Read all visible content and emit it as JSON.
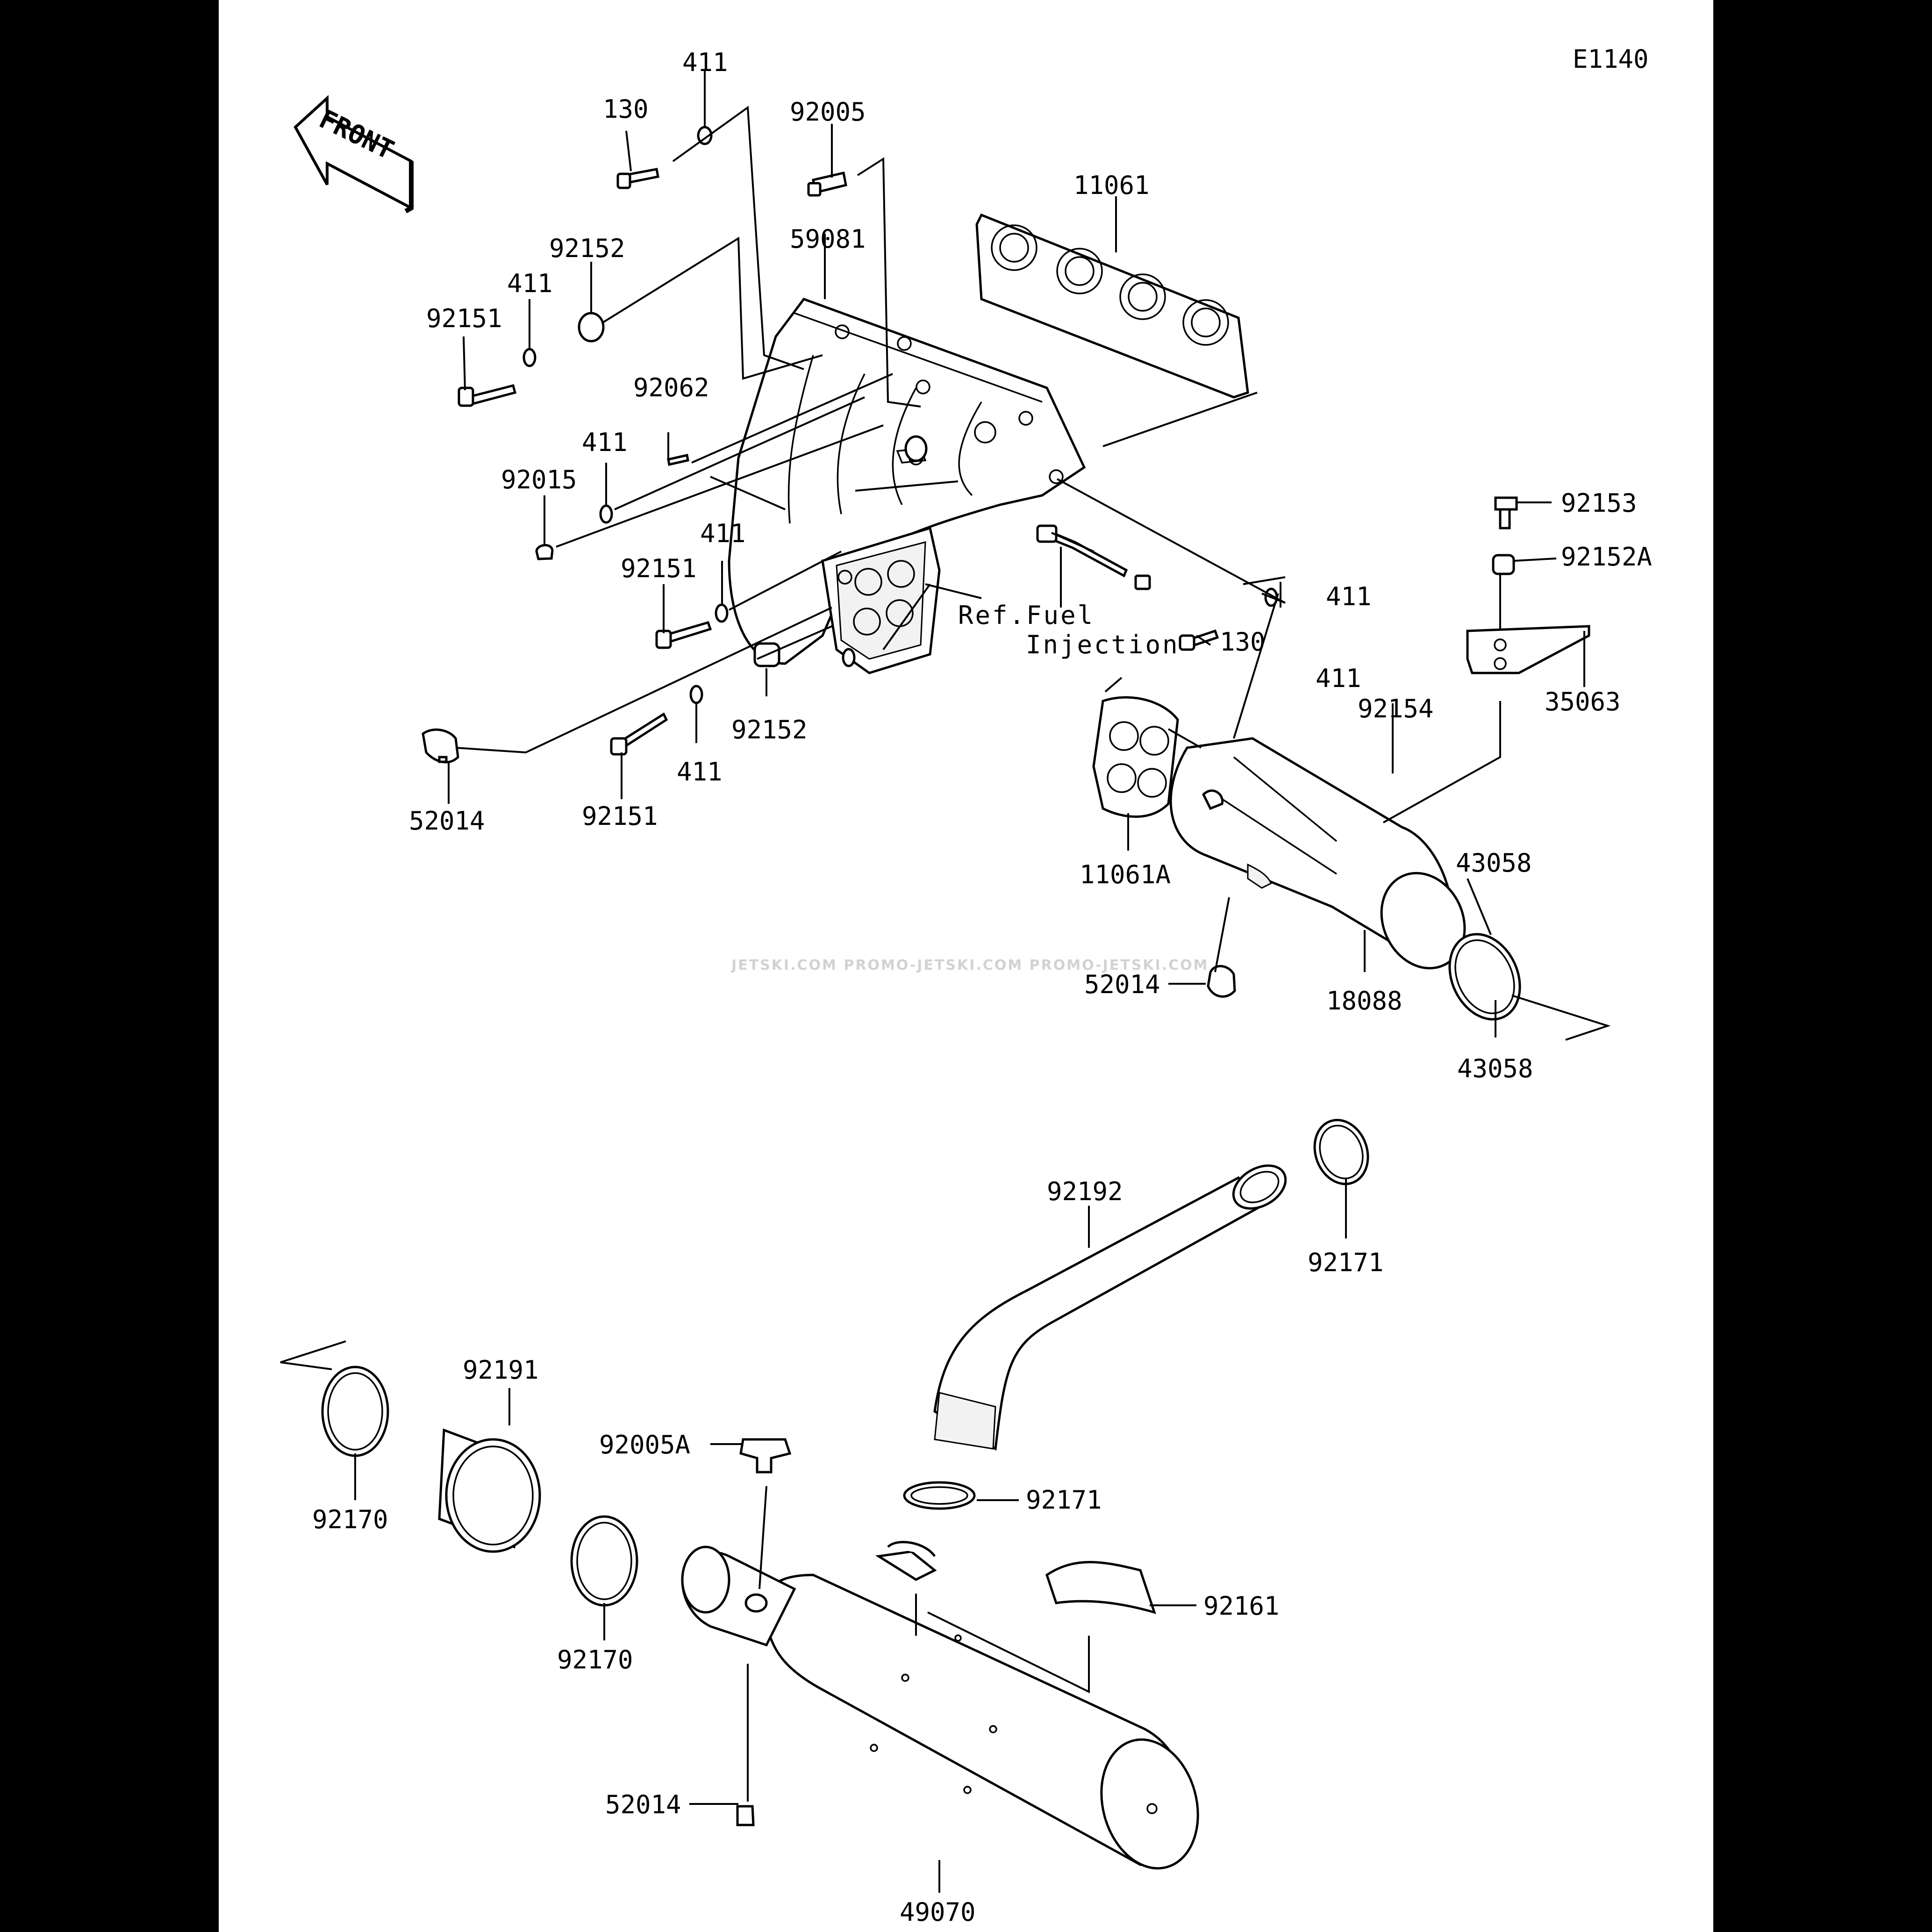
{
  "diagram": {
    "code": "E1140",
    "front_label": "FRONT",
    "reference": [
      "Ref.Fuel",
      "Injection"
    ],
    "watermark": "JETSKI.COM   PROMO-JETSKI.COM   PROMO-JETSKI.COM",
    "labels": {
      "p130a": "130",
      "p411a": "411",
      "p92005": "92005",
      "p11061": "11061",
      "p92152a": "92152",
      "p59081": "59081",
      "p411b": "411",
      "p92151a": "92151",
      "p92062": "92062",
      "p411c": "411",
      "p92015": "92015",
      "p411d": "411",
      "p92151b": "92151",
      "p411e": "411",
      "p130b": "130",
      "p92153": "92153",
      "p92152A": "92152A",
      "p35063": "35063",
      "p411f": "411",
      "p92154": "92154",
      "p92152b": "92152",
      "p411g": "411",
      "p52014a": "52014",
      "p92151c": "92151",
      "p11061A": "11061A",
      "p43058a": "43058",
      "p52014b": "52014",
      "p18088": "18088",
      "p43058b": "43058",
      "p92192": "92192",
      "p92171a": "92171",
      "p92191": "92191",
      "p92170a": "92170",
      "p92005A": "92005A",
      "p92171b": "92171",
      "p92161": "92161",
      "p92170b": "92170",
      "p52014c": "52014",
      "p49070": "49070"
    }
  }
}
